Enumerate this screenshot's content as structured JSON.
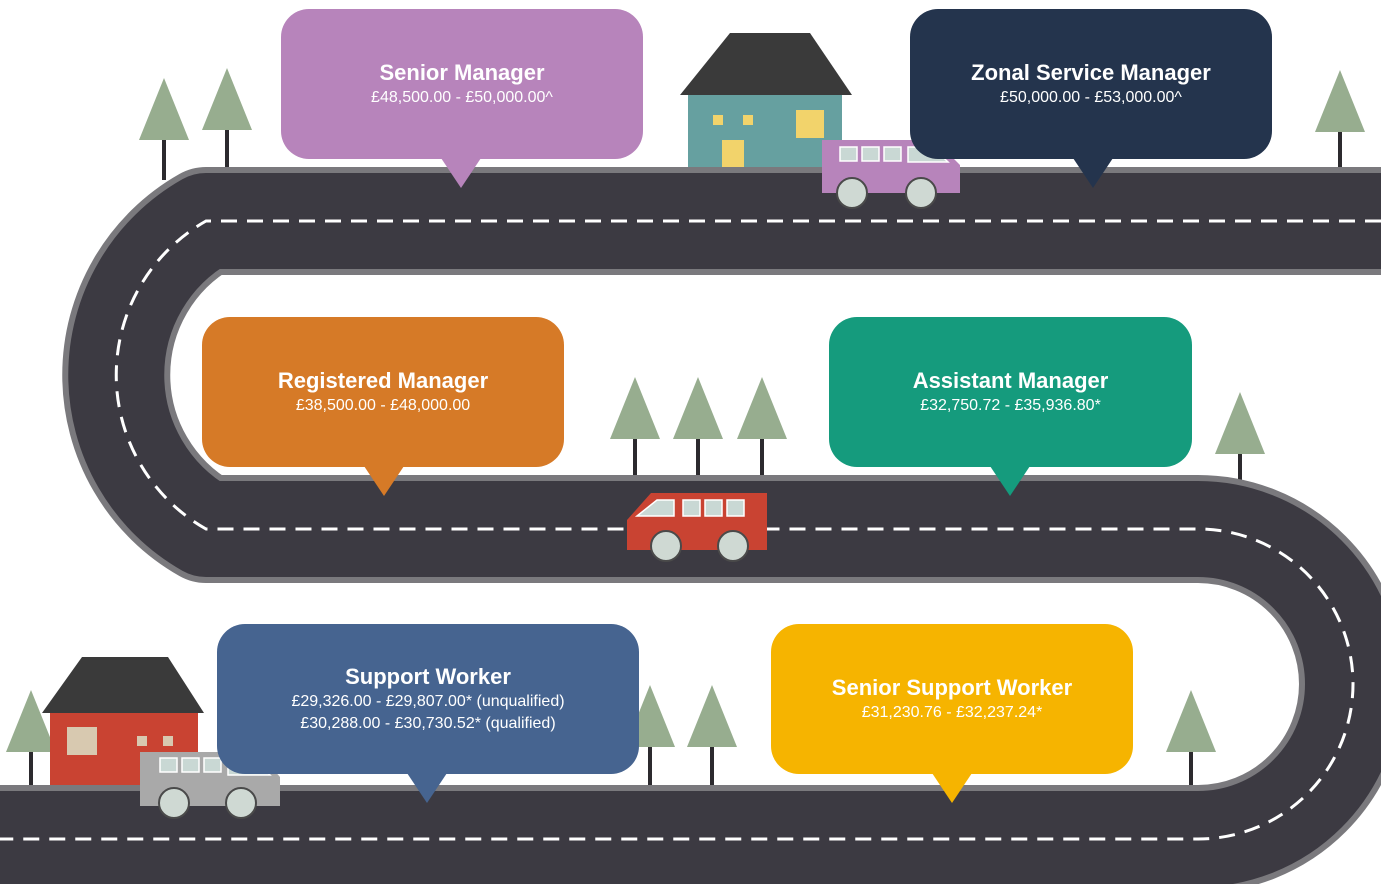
{
  "colors": {
    "road": "#3c3a42",
    "road_edge": "#7a797d",
    "tree_leaf": "#97ad8f",
    "tree_trunk": "#2c2a2e"
  },
  "roles": [
    {
      "title": "Senior Manager",
      "salary_lines": [
        "£48,500.00 - £50,000.00^"
      ],
      "color": "#b784bb"
    },
    {
      "title": "Zonal Service Manager",
      "salary_lines": [
        "£50,000.00 - £53,000.00^"
      ],
      "color": "#24344d"
    },
    {
      "title": "Registered Manager",
      "salary_lines": [
        "£38,500.00 - £48,000.00"
      ],
      "color": "#d67a27"
    },
    {
      "title": "Assistant Manager",
      "salary_lines": [
        "£32,750.72 - £35,936.80*"
      ],
      "color": "#159b7d"
    },
    {
      "title": "Support Worker",
      "salary_lines": [
        "£29,326.00 - £29,807.00* (unqualified)",
        "£30,288.00 - £30,730.52* (qualified)"
      ],
      "color": "#466490"
    },
    {
      "title": "Senior Support Worker",
      "salary_lines": [
        "£31,230.76 - £32,237.24*"
      ],
      "color": "#f6b400"
    }
  ],
  "vehicles": [
    {
      "name": "purple-van",
      "color": "#b784bb"
    },
    {
      "name": "red-bus",
      "color": "#c94332"
    },
    {
      "name": "grey-van",
      "color": "#a9a9a9"
    }
  ],
  "houses": [
    {
      "name": "teal-house",
      "wall": "#66a0a0",
      "roof": "#3a3a3a"
    },
    {
      "name": "red-house",
      "wall": "#c94332",
      "roof": "#3a3a3a"
    }
  ]
}
